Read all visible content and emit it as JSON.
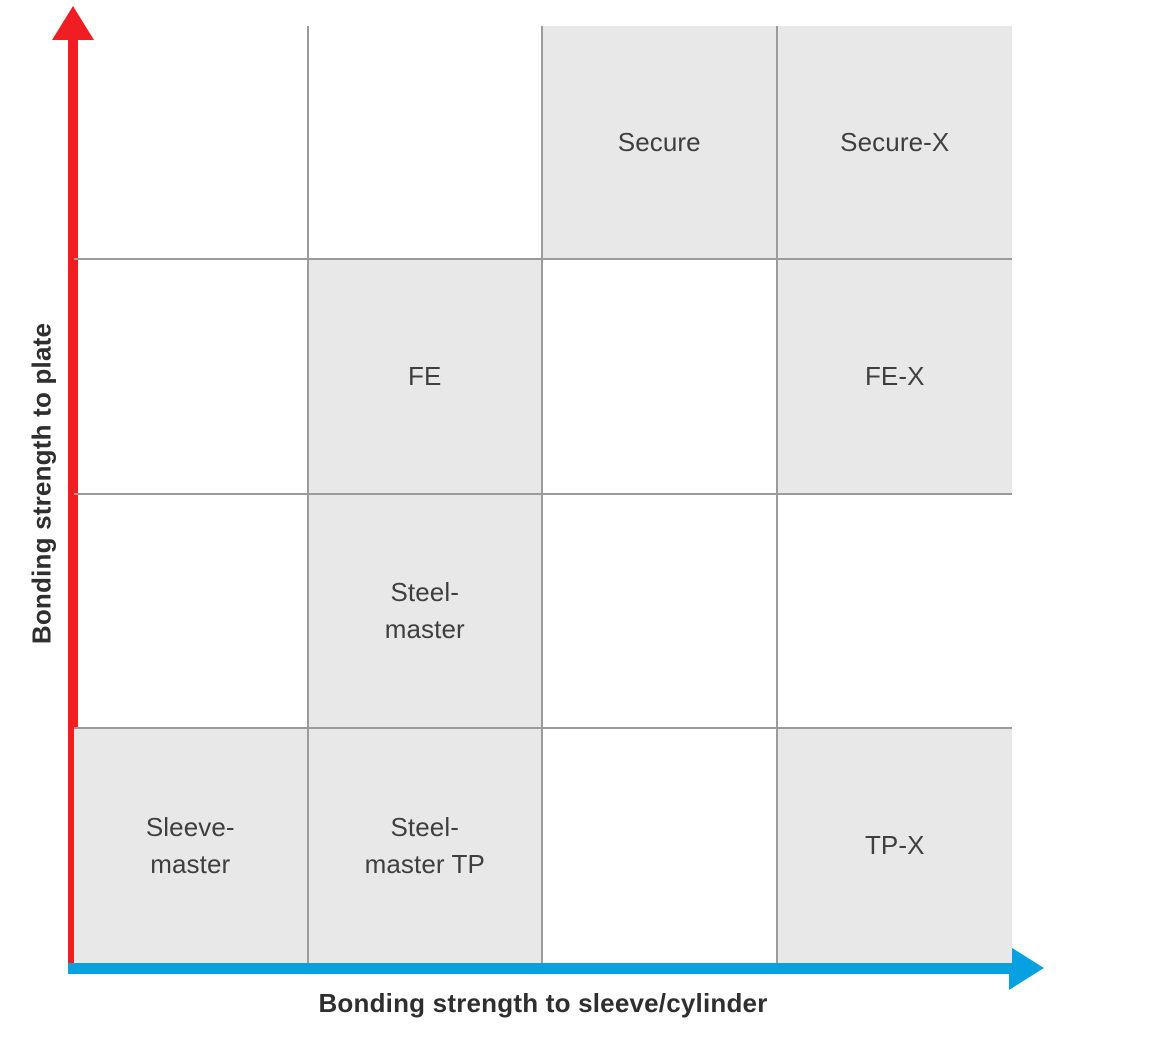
{
  "axes": {
    "y": {
      "title": "Bonding strength to plate",
      "color": "#f01d22",
      "arrow": "arrow-up-icon",
      "direction": "up"
    },
    "x": {
      "title": "Bonding strength to sleeve/cylinder",
      "color": "#07a0e0",
      "arrow": "arrow-right-icon",
      "direction": "right"
    }
  },
  "matrix": {
    "rows": 4,
    "columns": 4,
    "filled_color": "#e8e8e8",
    "empty_color": "#ffffff",
    "gridline_color": "#9b9b9b",
    "text_color": "#3f3f3f",
    "cells": [
      {
        "row": 1,
        "col": 1,
        "label": "",
        "filled": false
      },
      {
        "row": 1,
        "col": 2,
        "label": "",
        "filled": false
      },
      {
        "row": 1,
        "col": 3,
        "label": "Secure",
        "filled": true
      },
      {
        "row": 1,
        "col": 4,
        "label": "Secure-X",
        "filled": true
      },
      {
        "row": 2,
        "col": 1,
        "label": "",
        "filled": false
      },
      {
        "row": 2,
        "col": 2,
        "label": "FE",
        "filled": true
      },
      {
        "row": 2,
        "col": 3,
        "label": "",
        "filled": false
      },
      {
        "row": 2,
        "col": 4,
        "label": "FE-X",
        "filled": true
      },
      {
        "row": 3,
        "col": 1,
        "label": "",
        "filled": false
      },
      {
        "row": 3,
        "col": 2,
        "label": "Steel-\nmaster",
        "filled": true
      },
      {
        "row": 3,
        "col": 3,
        "label": "",
        "filled": false
      },
      {
        "row": 3,
        "col": 4,
        "label": "",
        "filled": false
      },
      {
        "row": 4,
        "col": 1,
        "label": "Sleeve-\nmaster",
        "filled": true
      },
      {
        "row": 4,
        "col": 2,
        "label": "Steel-\nmaster TP",
        "filled": true
      },
      {
        "row": 4,
        "col": 3,
        "label": "",
        "filled": false
      },
      {
        "row": 4,
        "col": 4,
        "label": "TP-X",
        "filled": true
      }
    ]
  },
  "chart_data": {
    "type": "heatmap",
    "title": "",
    "xlabel": "Bonding strength to sleeve/cylinder",
    "ylabel": "Bonding strength to plate",
    "x": [
      1,
      2,
      3,
      4
    ],
    "y": [
      1,
      2,
      3,
      4
    ],
    "grid": true,
    "legend": "none",
    "annotations": [
      {
        "x": 3,
        "y": 4,
        "text": "Secure"
      },
      {
        "x": 4,
        "y": 4,
        "text": "Secure-X"
      },
      {
        "x": 2,
        "y": 3,
        "text": "FE"
      },
      {
        "x": 4,
        "y": 3,
        "text": "FE-X"
      },
      {
        "x": 2,
        "y": 2,
        "text": "Steel-master"
      },
      {
        "x": 1,
        "y": 1,
        "text": "Sleeve-master"
      },
      {
        "x": 2,
        "y": 1,
        "text": "Steel-master TP"
      },
      {
        "x": 4,
        "y": 1,
        "text": "TP-X"
      }
    ],
    "values": [
      [
        0,
        0,
        1,
        1
      ],
      [
        0,
        1,
        0,
        1
      ],
      [
        0,
        1,
        0,
        0
      ],
      [
        1,
        1,
        0,
        1
      ]
    ]
  }
}
